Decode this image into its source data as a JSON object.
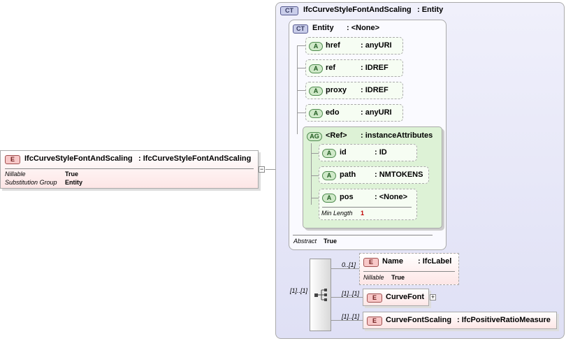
{
  "root": {
    "badge": "E",
    "name": "IfcCurveStyleFontAndScaling",
    "type": ": IfcCurveStyleFontAndScaling",
    "props": [
      {
        "label": "Nillable",
        "value": "True"
      },
      {
        "label": "Substitution Group",
        "value": "Entity"
      }
    ],
    "toggle": "−"
  },
  "complex_type": {
    "badge": "CT",
    "name": "IfcCurveStyleFontAndScaling",
    "type": ": Entity"
  },
  "base": {
    "badge": "CT",
    "name": "Entity",
    "type": ": <None>",
    "abstract_label": "Abstract",
    "abstract_value": "True",
    "attributes": [
      {
        "badge": "A",
        "name": "href",
        "type": ": anyURI"
      },
      {
        "badge": "A",
        "name": "ref",
        "type": ": IDREF"
      },
      {
        "badge": "A",
        "name": "proxy",
        "type": ": IDREF"
      },
      {
        "badge": "A",
        "name": "edo",
        "type": ": anyURI"
      }
    ],
    "group": {
      "badge": "AG",
      "name": "<Ref>",
      "type": ": instanceAttributes",
      "attributes": [
        {
          "badge": "A",
          "name": "id",
          "type": ": ID"
        },
        {
          "badge": "A",
          "name": "path",
          "type": ": NMTOKENS"
        },
        {
          "badge": "A",
          "name": "pos",
          "type": ": <None>",
          "prop_label": "Min Length",
          "prop_value": "1"
        }
      ]
    }
  },
  "sequence": {
    "multiplicity": "[1]..[1]",
    "children": [
      {
        "badge": "E",
        "name": "Name",
        "type": ": IfcLabel",
        "multiplicity": "0..[1]",
        "prop_label": "Nillable",
        "prop_value": "True",
        "expand": ""
      },
      {
        "badge": "E",
        "name": "CurveFont",
        "type": "",
        "multiplicity": "[1]..[1]",
        "expand": "+"
      },
      {
        "badge": "E",
        "name": "CurveFontScaling",
        "type": ": IfcPositiveRatioMeasure",
        "multiplicity": "[1]..[1]",
        "expand": ""
      }
    ]
  }
}
